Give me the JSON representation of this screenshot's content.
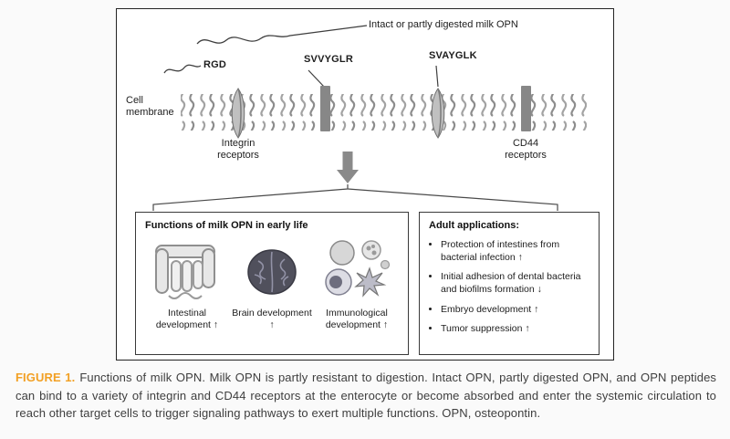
{
  "figure": {
    "top_label": "Intact or partly digested milk OPN",
    "labels": {
      "rgd": "RGD",
      "svvyglr": "SVVYGLR",
      "svayglk": "SVAYGLK",
      "cell_membrane": "Cell membrane",
      "integrin_receptors": "Integrin receptors",
      "cd44_receptors": "CD44 receptors"
    },
    "early_life_box": {
      "title": "Functions of milk OPN in early life",
      "items": [
        {
          "label": "Intestinal development ↑",
          "icon": "intestine-icon"
        },
        {
          "label": "Brain development ↑",
          "icon": "brain-icon"
        },
        {
          "label": "Immunological development ↑",
          "icon": "immune-cells-icon"
        }
      ]
    },
    "adult_box": {
      "title": "Adult applications:",
      "bullets": [
        "Protection of intestines from bacterial infection ↑",
        "Initial adhesion of dental bacteria and biofilms formation ↓",
        "Embryo development ↑",
        "Tumor suppression ↑"
      ]
    }
  },
  "caption": {
    "label": "FIGURE 1.",
    "text": "Functions of milk OPN. Milk OPN is partly resistant to digestion. Intact OPN, partly digested OPN, and OPN peptides can bind to a variety of integrin and CD44 receptors at the enterocyte or become absorbed and enter the systemic circulation to reach other target cells to trigger signaling pathways to exert multiple functions. OPN, osteopontin."
  },
  "colors": {
    "figure_label": "#f2a024",
    "caption_text": "#3e3e3e",
    "diagram_gray": "#8a8a8a"
  }
}
